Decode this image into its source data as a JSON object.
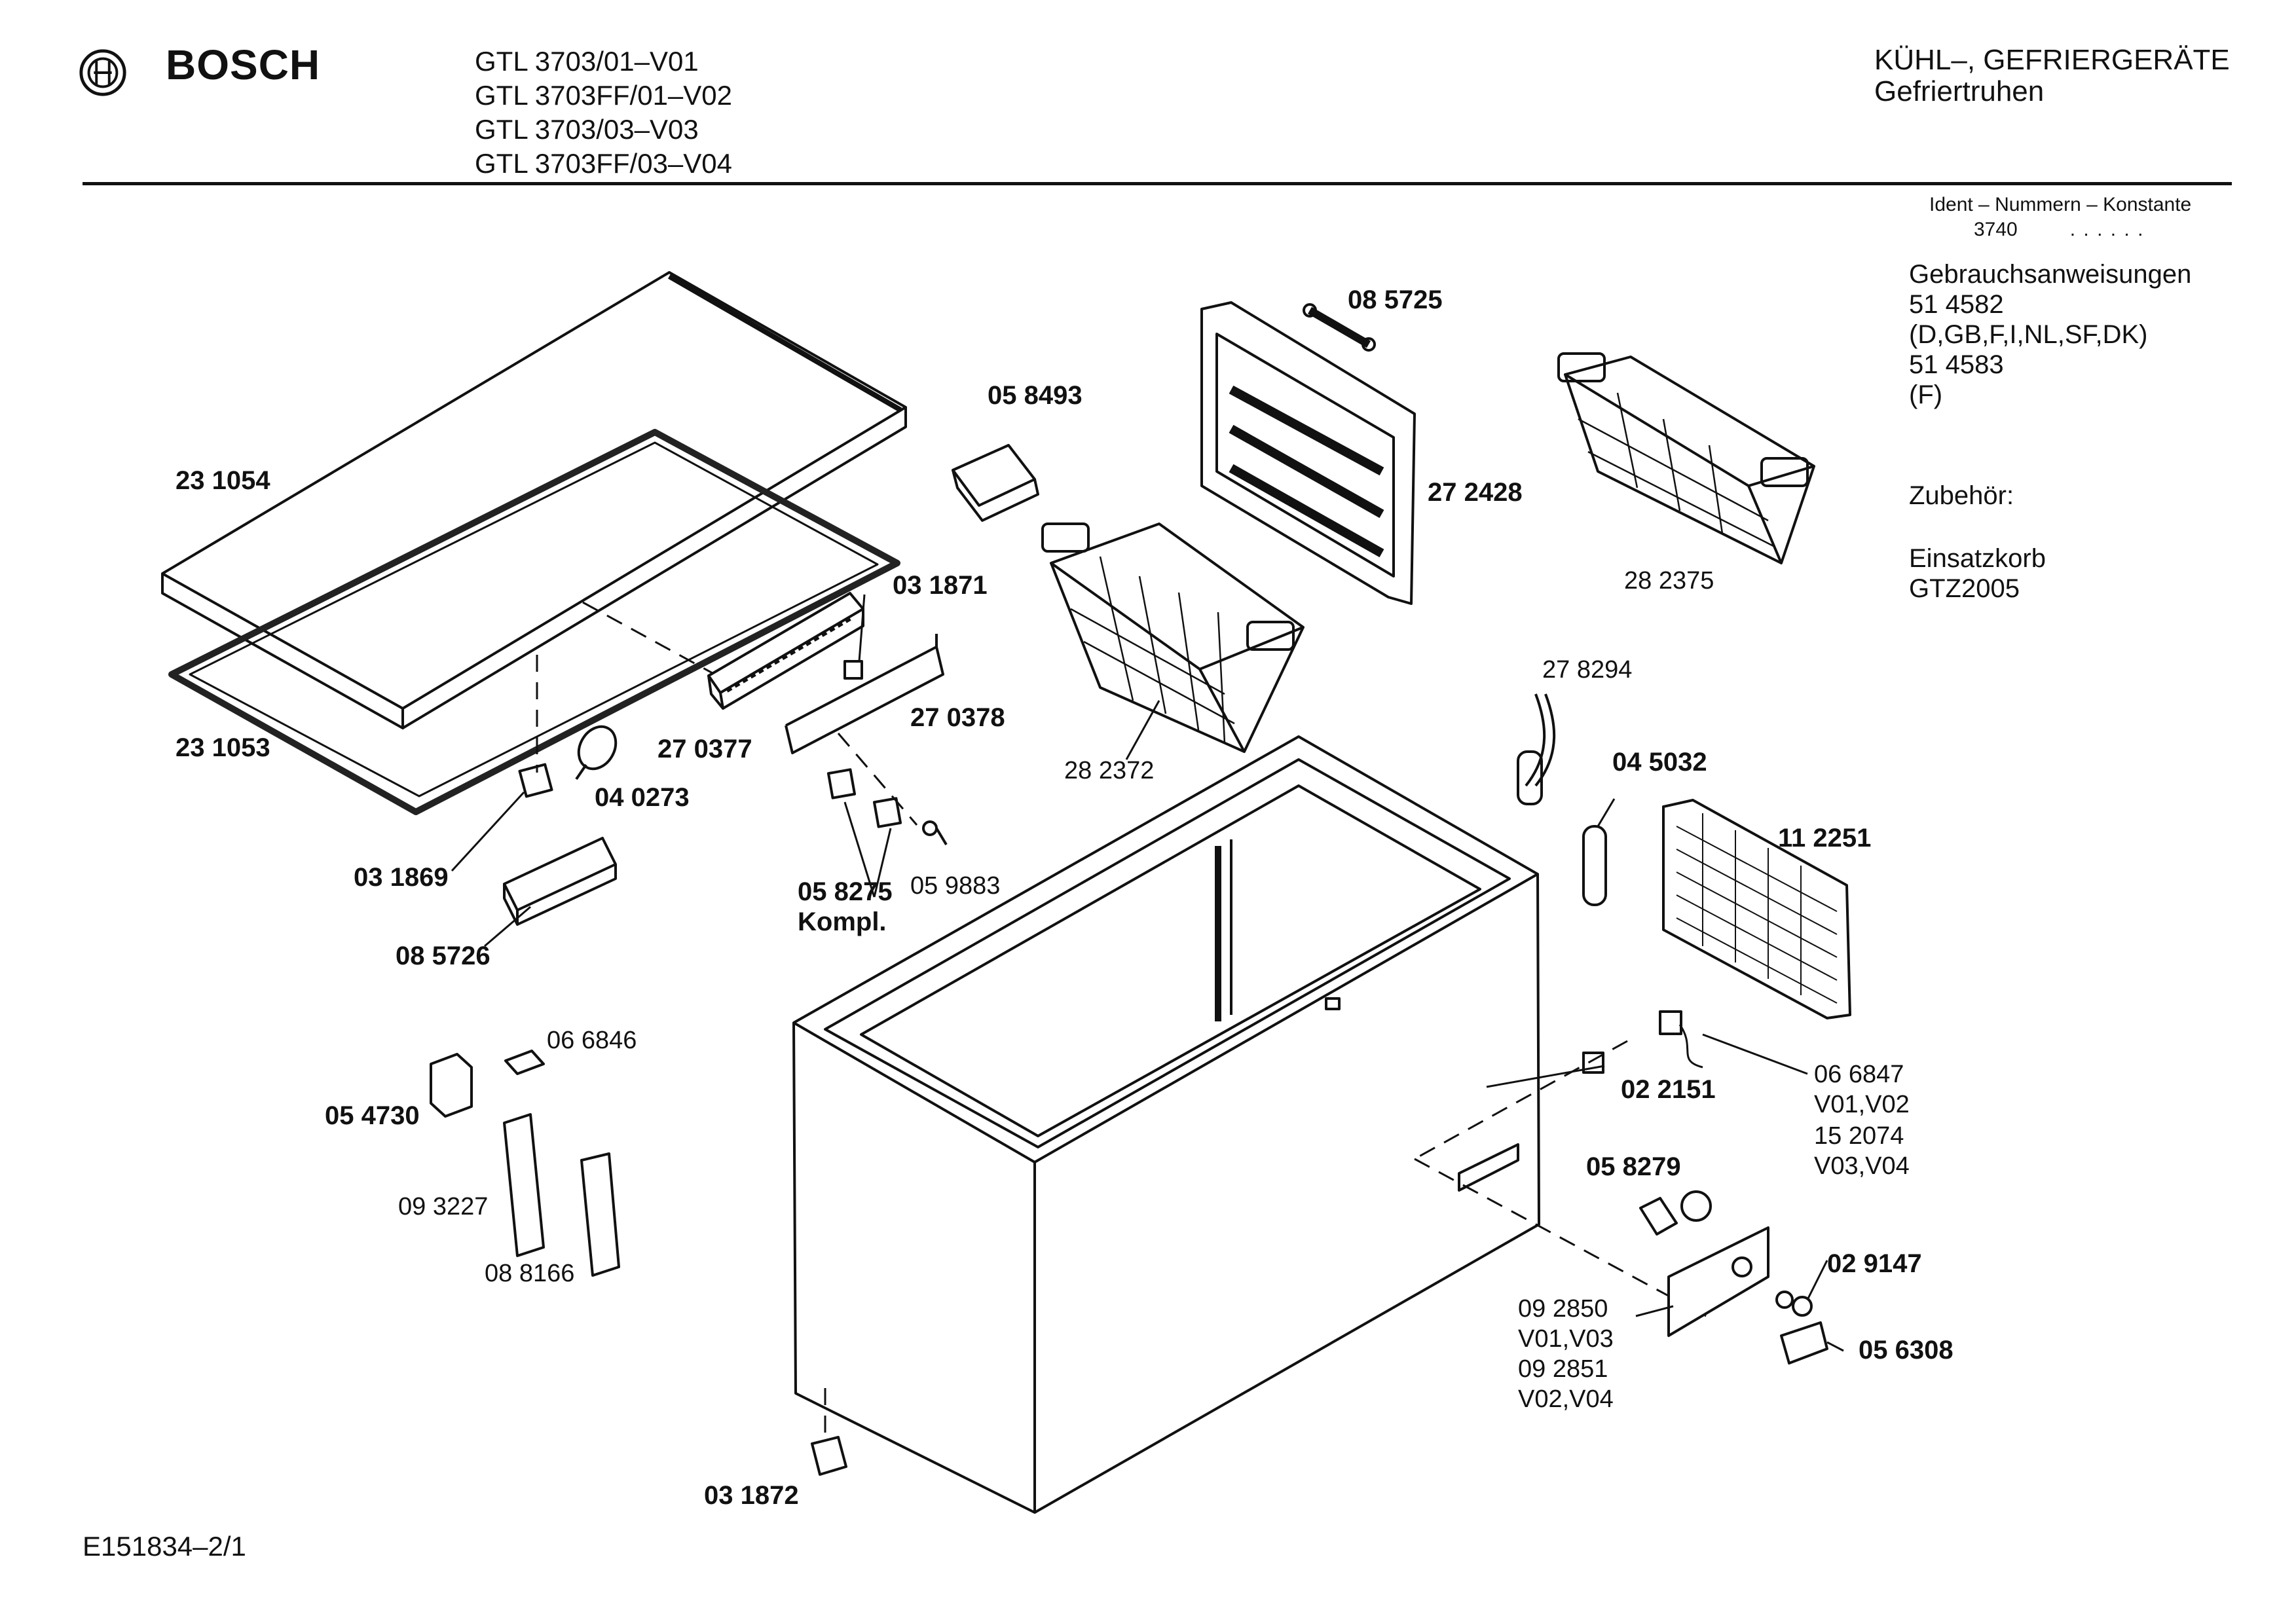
{
  "header": {
    "brand": "BOSCH",
    "models": [
      "GTL 3703/01–V01",
      "GTL 3703FF/01–V02",
      "GTL 3703/03–V03",
      "GTL 3703FF/03–V04"
    ],
    "category": "KÜHL–, GEFRIERGERÄTE",
    "subcategory": "Gefriertruhen"
  },
  "ident": {
    "label": "Ident – Nummern – Konstante",
    "value": "3740",
    "dots": ". .  . . . ."
  },
  "info": {
    "manuals_title": "Gebrauchsanweisungen",
    "manual1": "51 4582",
    "manual1_langs": "(D,GB,F,I,NL,SF,DK)",
    "manual2": "51 4583",
    "manual2_langs": "(F)",
    "accessories_title": "Zubehör:",
    "accessory_name": "Einsatzkorb",
    "accessory_code": "GTZ2005"
  },
  "parts": {
    "p231054": "23 1054",
    "p231053": "23 1053",
    "p031869": "03 1869",
    "p040273": "04 0273",
    "p085726": "08 5726",
    "p270377": "27 0377",
    "p031871": "03 1871",
    "p270378": "27 0378",
    "p058493": "05 8493",
    "p058275": "05 8275",
    "kompl": "Kompl.",
    "p059883": "05 9883",
    "p085725": "08 5725",
    "p272428": "27 2428",
    "p282372": "28 2372",
    "p282375": "28 2375",
    "p278294": "27 8294",
    "p045032": "04 5032",
    "p112251": "11 2251",
    "p066846": "06 6846",
    "p054730": "05 4730",
    "p093227": "09 3227",
    "p088166": "08 8166",
    "p066847": "06 6847",
    "v0102": "V01,V02",
    "p152074": "15 2074",
    "v0304": "V03,V04",
    "p022151": "02 2151",
    "p058279": "05 8279",
    "p029147": "02 9147",
    "p092850": "09 2850",
    "v0103": "V01,V03",
    "p092851": "09 2851",
    "v0204": "V02,V04",
    "p056308": "05 6308",
    "p031872": "03 1872"
  },
  "footer": {
    "code": "E151834–2/1"
  }
}
